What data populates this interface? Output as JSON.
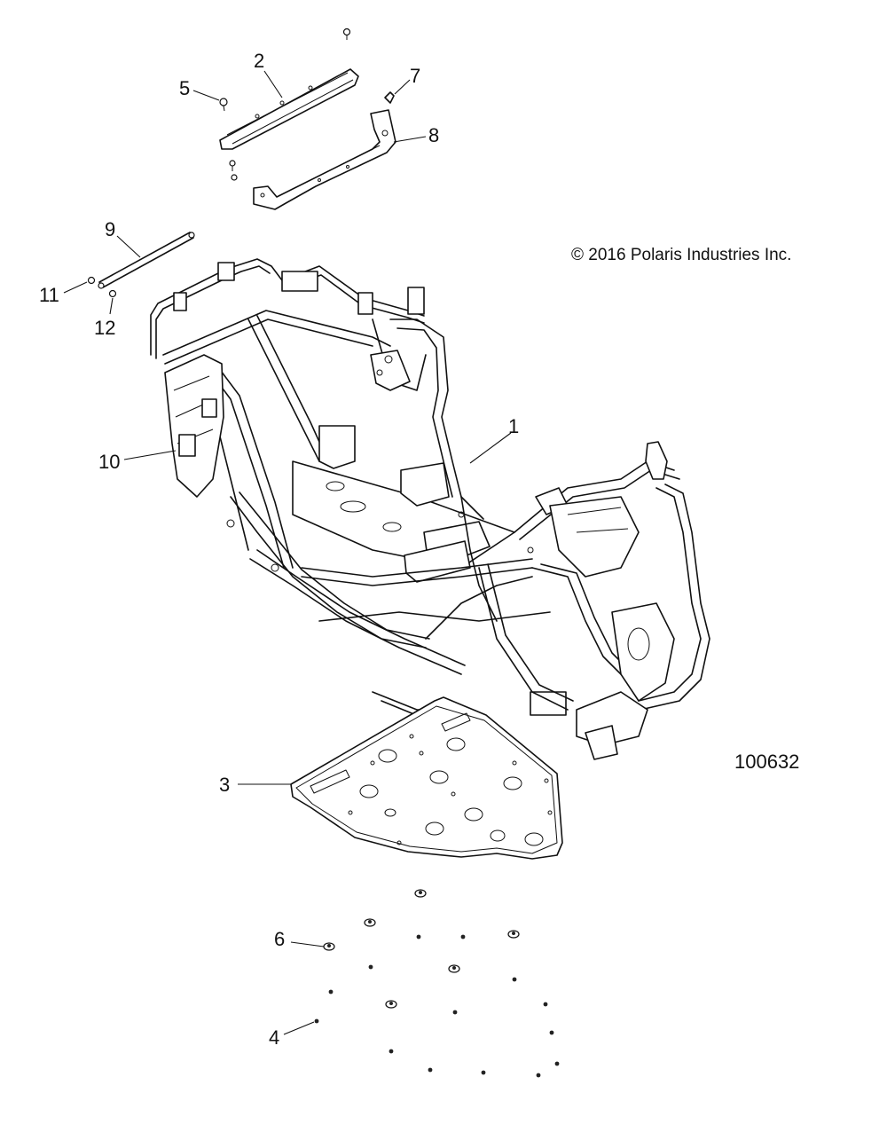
{
  "copyright": "© 2016 Polaris Industries Inc.",
  "figure_number": "100632",
  "callouts": {
    "c1": "1",
    "c2": "2",
    "c3": "3",
    "c4": "4",
    "c5": "5",
    "c6": "6",
    "c7": "7",
    "c8": "8",
    "c9": "9",
    "c10": "10",
    "c11": "11",
    "c12": "12"
  }
}
